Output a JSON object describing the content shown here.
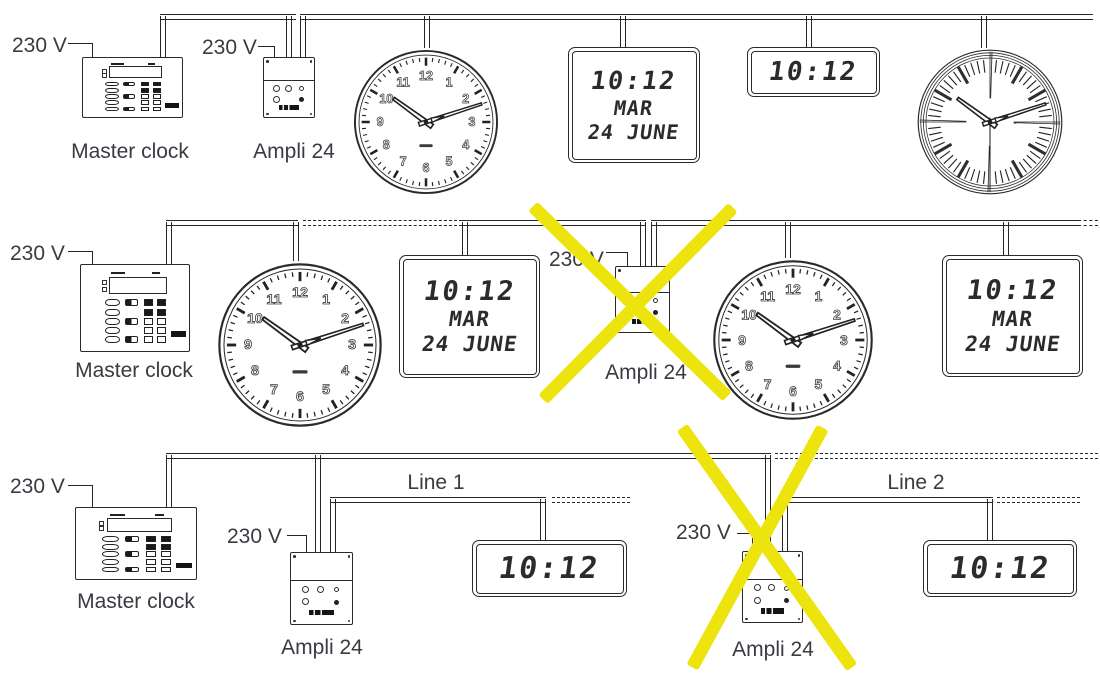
{
  "labels": {
    "voltage": "230 V",
    "master_clock": "Master clock",
    "ampli": "Ampli 24",
    "line1": "Line 1",
    "line2": "Line 2"
  },
  "displays": {
    "time": "10:12",
    "calendar_day": "MAR",
    "calendar_date": "24 JUNE"
  },
  "analog": {
    "numerals": [
      "1",
      "2",
      "3",
      "4",
      "5",
      "6",
      "7",
      "8",
      "9",
      "10",
      "11",
      "12"
    ],
    "time": "10:12"
  },
  "colors": {
    "wire": "#262626",
    "text": "#3A3A42",
    "cross_yellow": "#EDE30D",
    "digital": "#2B2B2B"
  }
}
